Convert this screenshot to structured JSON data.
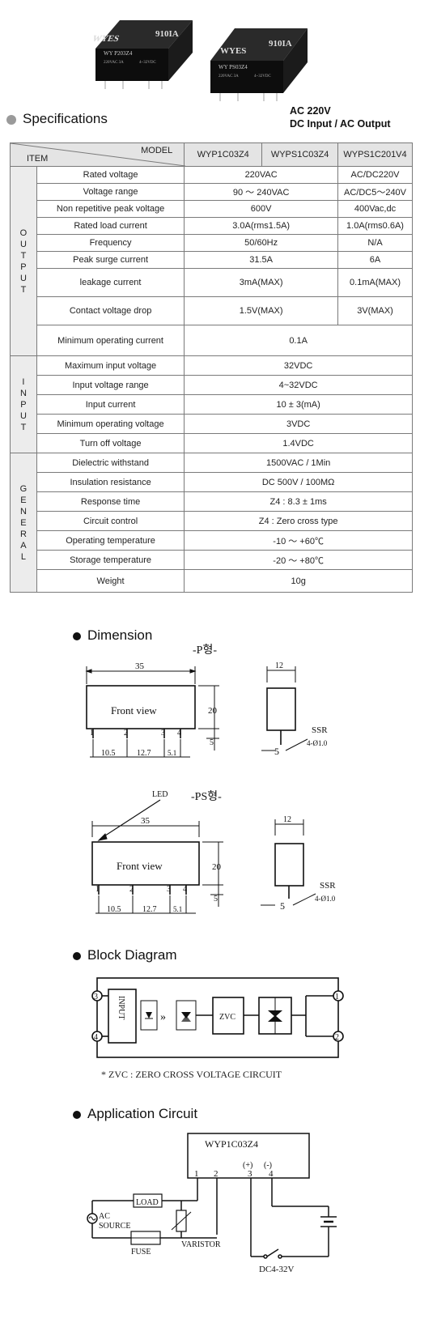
{
  "product_labels": {
    "left": {
      "brand": "WYES",
      "brand2": "910IA",
      "model": "WY P203Z4",
      "sub1": "220VAC 3A",
      "sub2": "4~32VDC"
    },
    "right": {
      "brand": "WYES",
      "brand2": "910IA",
      "model": "WY PS03Z4",
      "sub1": "220VAC 3A",
      "sub2": "4~32VDC"
    }
  },
  "specifications": {
    "title": "Specifications",
    "subtitle_line1": "AC 220V",
    "subtitle_line2": "DC Input / AC Output",
    "header": {
      "item": "ITEM",
      "model": "MODEL",
      "col1": "WYP1C03Z4",
      "col2": "WYPS1C03Z4",
      "col3": "WYPS1C201V4"
    },
    "groups": {
      "output": "OUTPUT",
      "input": "INPUT",
      "general": "GENERAL"
    },
    "output_rows": [
      {
        "name": "Rated voltage",
        "v12": "220VAC",
        "v3": "AC/DC220V"
      },
      {
        "name": "Voltage range",
        "v12": "90 ～ 240VAC",
        "v3": "AC/DC5～240V"
      },
      {
        "name": "Non repetitive peak voltage",
        "v12": "600V",
        "v3": "400Vac,dc"
      },
      {
        "name": "Rated load current",
        "v12": "3.0A(rms1.5A)",
        "v3": "1.0A(rms0.6A)"
      },
      {
        "name": "Frequency",
        "v12": "50/60Hz",
        "v3": "N/A"
      },
      {
        "name": "Peak surge current",
        "v12": "31.5A",
        "v3": "6A"
      },
      {
        "name": "leakage current",
        "v12": "3mA(MAX)",
        "v3": "0.1mA(MAX)"
      },
      {
        "name": "Contact voltage drop",
        "v12": "1.5V(MAX)",
        "v3": "3V(MAX)"
      },
      {
        "name": "Minimum operating current",
        "v123": "0.1A"
      }
    ],
    "input_rows": [
      {
        "name": "Maximum input voltage",
        "v": "32VDC"
      },
      {
        "name": "Input voltage range",
        "v": "4~32VDC"
      },
      {
        "name": "Input current",
        "v": "10 ± 3(mA)"
      },
      {
        "name": "Minimum operating voltage",
        "v": "3VDC"
      },
      {
        "name": "Turn off voltage",
        "v": "1.4VDC"
      }
    ],
    "general_rows": [
      {
        "name": "Dielectric withstand",
        "v": "1500VAC / 1Min"
      },
      {
        "name": "Insulation resistance",
        "v": "DC 500V / 100MΩ"
      },
      {
        "name": "Response time",
        "v": "Z4 : 8.3 ± 1ms"
      },
      {
        "name": "Circuit control",
        "v": "Z4 : Zero cross type"
      },
      {
        "name": "Operating temperature",
        "v": "-10 ～ +60℃"
      },
      {
        "name": "Storage temperature",
        "v": "-20 ～ +80℃"
      },
      {
        "name": "Weight",
        "v": "10g"
      }
    ]
  },
  "dimension": {
    "title": "Dimension",
    "p_label": "-P형-",
    "ps_label": "-PS형-",
    "front_view": "Front  view",
    "led": "LED",
    "ssr": "SSR",
    "pin_spec": "4-Ø1.0",
    "dims": {
      "width": "35",
      "height": "20",
      "pin_len": "5",
      "side_width": "12",
      "side_pin": "5",
      "pitch1": "10.5",
      "pitch2": "12.7",
      "pitch3": "5.1"
    },
    "pins": [
      "1",
      "2",
      "3",
      "4"
    ]
  },
  "block_diagram": {
    "title": "Block Diagram",
    "input": "INPUT",
    "zvc": "ZVC",
    "terminals": [
      "3",
      "4",
      "1",
      "2"
    ],
    "note": "* ZVC : ZERO CROSS  VOLTAGE  CIRCUIT"
  },
  "application": {
    "title": "Application Circuit",
    "device": "WYP1C03Z4",
    "pins": [
      "1",
      "2",
      "3",
      "4"
    ],
    "plus": "(+)",
    "minus": "(-)",
    "load": "LOAD",
    "ac_source_1": "AC",
    "ac_source_2": "SOURCE",
    "fuse": "FUSE",
    "varistor": "VARISTOR",
    "dc_label": "DC4-32V"
  }
}
